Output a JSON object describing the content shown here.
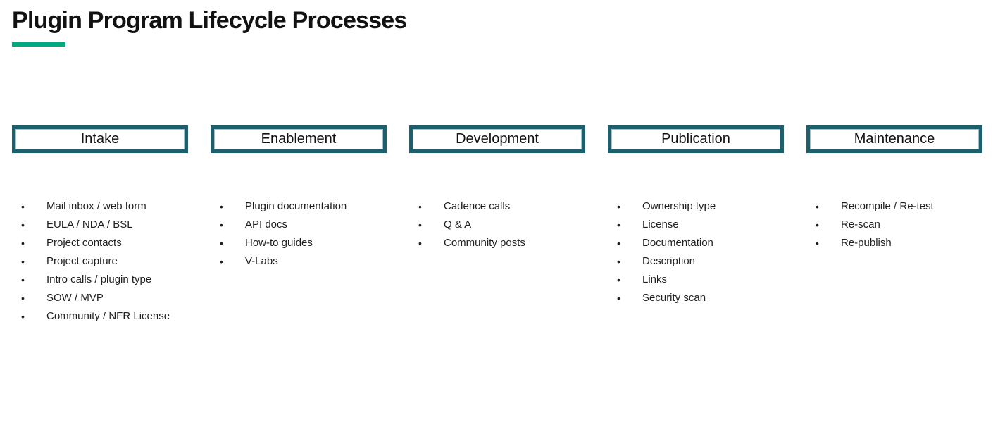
{
  "slide": {
    "title": "Plugin Program Lifecycle Processes"
  },
  "colors": {
    "accent": "#01A982",
    "box_border": "#1E5F6D",
    "box_inner_border": "#A6C2C8",
    "heading_text": "#121212",
    "body_text": "#1F1F1F"
  },
  "columns": [
    {
      "header": "Intake",
      "items": [
        "Mail inbox / web form",
        "EULA / NDA / BSL",
        "Project contacts",
        "Project capture",
        "Intro calls / plugin type",
        "SOW / MVP",
        "Community / NFR License"
      ]
    },
    {
      "header": "Enablement",
      "items": [
        "Plugin documentation",
        "API docs",
        "How-to guides",
        "V-Labs"
      ]
    },
    {
      "header": "Development",
      "items": [
        "Cadence calls",
        "Q & A",
        "Community posts"
      ]
    },
    {
      "header": "Publication",
      "items": [
        "Ownership type",
        "License",
        "Documentation",
        "Description",
        "Links",
        "Security scan"
      ]
    },
    {
      "header": "Maintenance",
      "items": [
        "Recompile / Re-test",
        "Re-scan",
        "Re-publish"
      ]
    }
  ]
}
